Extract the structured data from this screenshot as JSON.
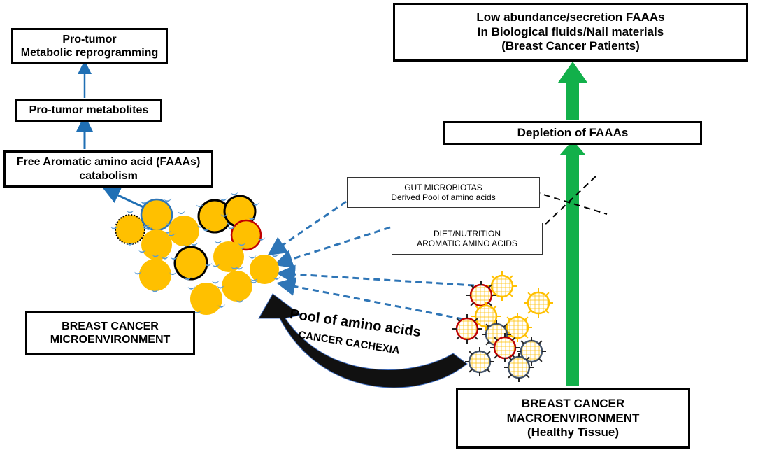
{
  "boxes": {
    "pro_tumor_reprogramming": {
      "line1": "Pro-tumor",
      "line2": "Metabolic reprogramming"
    },
    "pro_tumor_metabolites": {
      "line1": "Pro-tumor metabolites"
    },
    "faaas_catabolism": {
      "line1": "Free Aromatic amino acid (FAAAs)",
      "line2": "catabolism"
    },
    "low_abundance": {
      "line1": "Low abundance/secretion FAAAs",
      "line2": "In Biological fluids/Nail materials",
      "line3": "(Breast Cancer Patients)"
    },
    "depletion": {
      "line1": "Depletion of FAAAs"
    },
    "gut_microbiotas": {
      "line1": "GUT MICROBIOTAS",
      "line2": "Derived Pool of amino acids"
    },
    "diet_nutrition": {
      "line1": "DIET/NUTRITION",
      "line2": "AROMATIC AMINO ACIDS"
    },
    "micro_env": {
      "line1": "BREAST CANCER",
      "line2": "MICROENVIRONMENT"
    },
    "macro_env": {
      "line1": "BREAST CANCER",
      "line2": "MACROENVIRONMENT",
      "line3": "(Healthy Tissue)"
    }
  },
  "labels": {
    "pool": "Pool of amino acids",
    "cachexia": "CANCER CACHEXIA"
  },
  "colors": {
    "tumor_cell": "#ffc000",
    "blue_arrow": "#1f6fb4",
    "dashed_arrow": "#2e75b6",
    "green_arrow": "#12b04a",
    "claw": "#5b9bd5",
    "red_outline": "#c00000",
    "dark_cell": "#44546a"
  }
}
